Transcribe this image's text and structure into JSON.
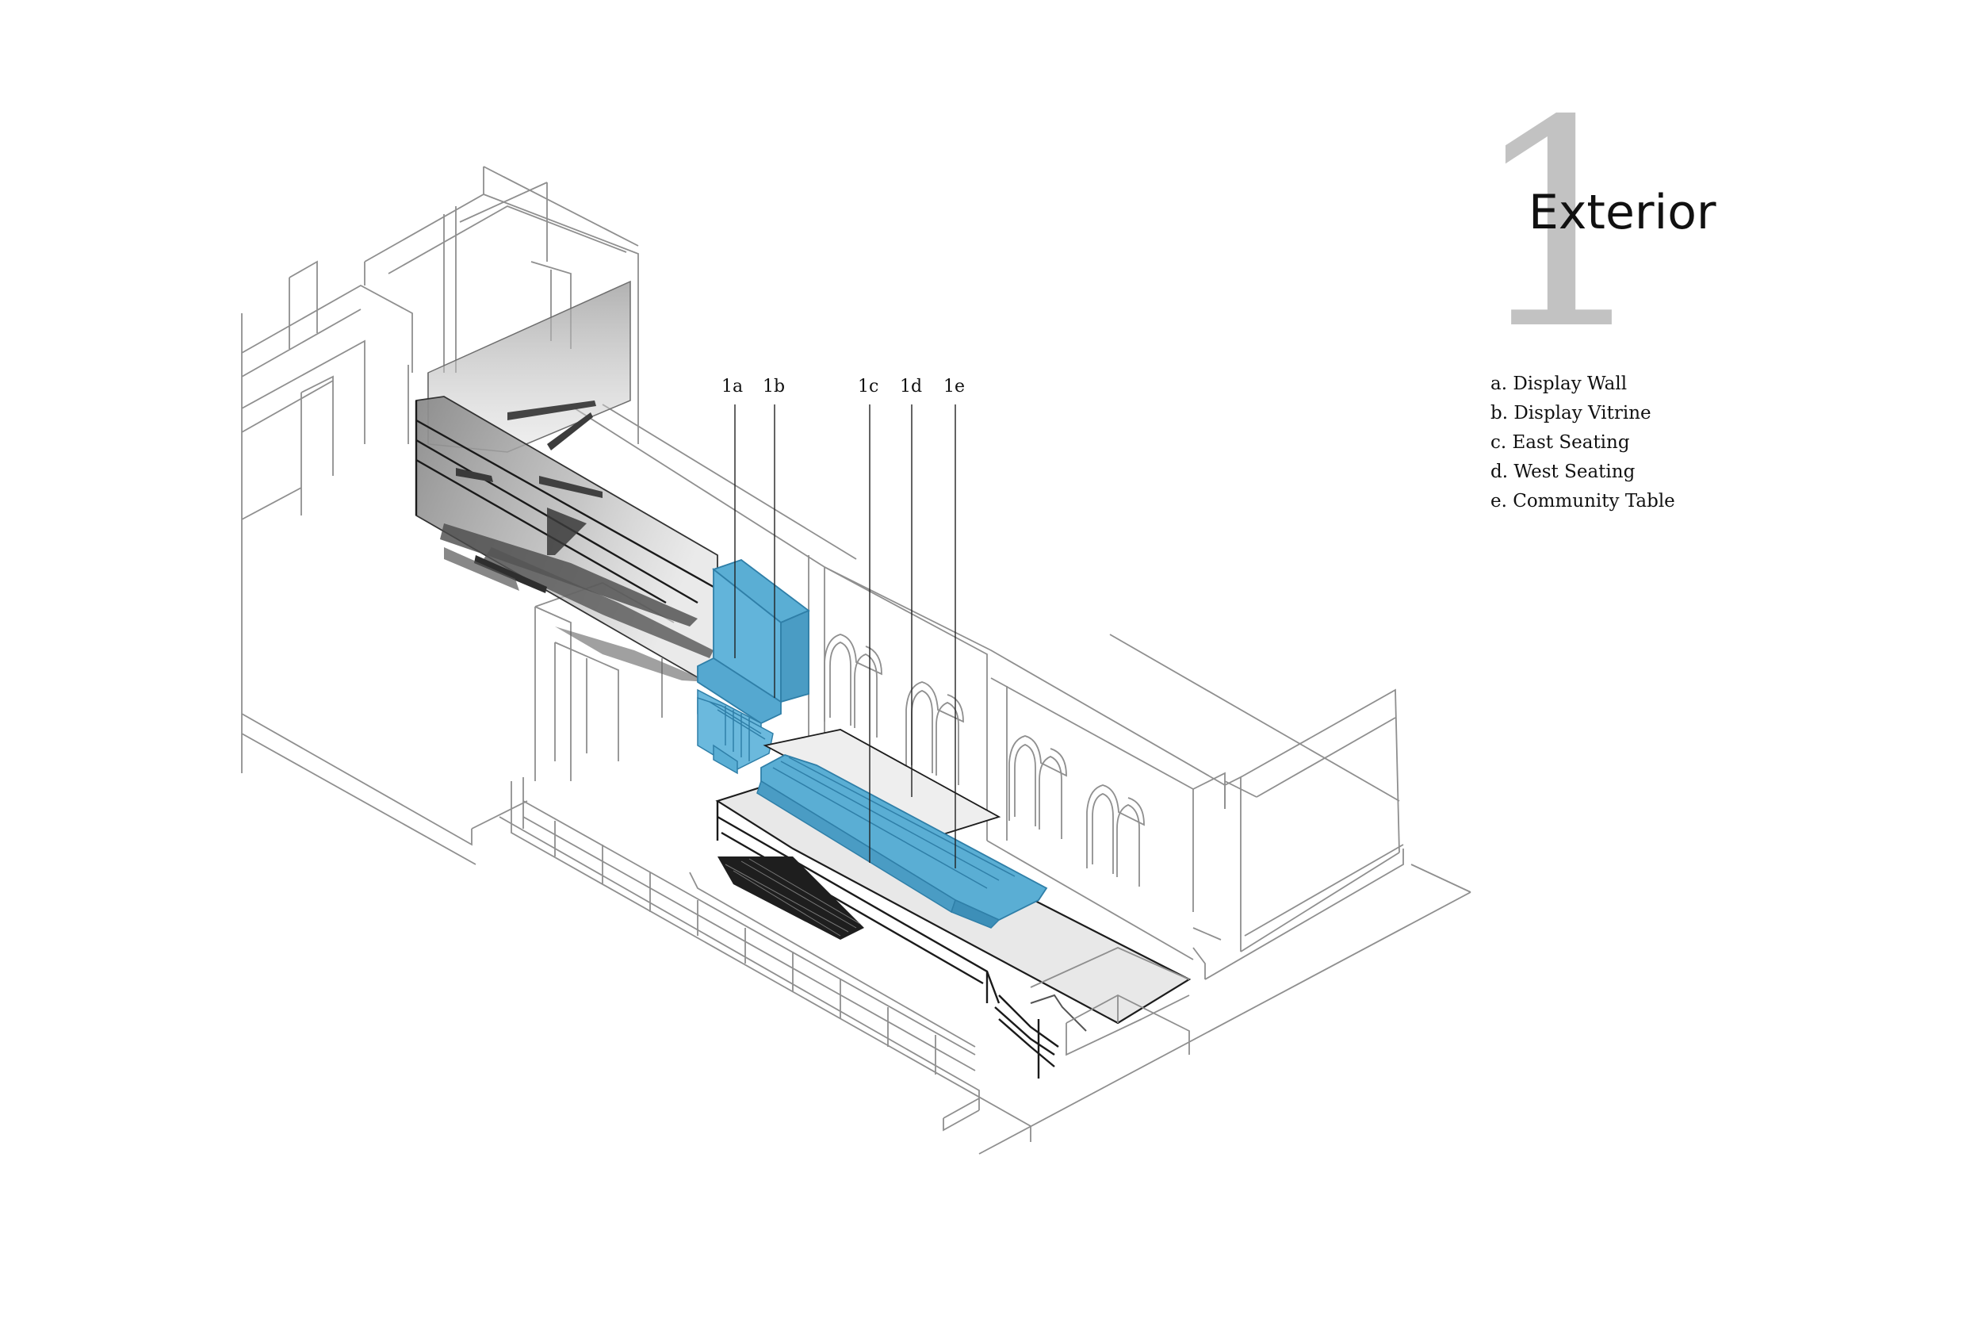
{
  "header": {
    "numeral": "1",
    "title": "Exterior"
  },
  "legend": {
    "items": [
      "a. Display Wall",
      "b. Display Vitrine",
      "c. East Seating",
      "d. West Seating",
      "e. Community Table"
    ]
  },
  "callouts": [
    "1a",
    "1b",
    "1c",
    "1d",
    "1e"
  ],
  "colors": {
    "highlight": "#5aaed4",
    "line": "#8f8f8f",
    "shadow": "#9a9a9a"
  }
}
